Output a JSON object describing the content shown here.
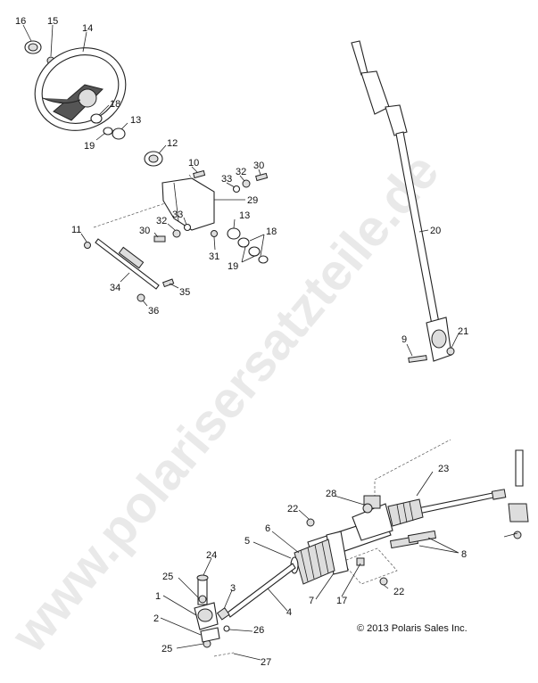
{
  "watermark": "www.polarisersatzteile.de",
  "copyright": "© 2013 Polaris Sales Inc.",
  "callouts": [
    {
      "id": "c16",
      "text": "16"
    },
    {
      "id": "c15",
      "text": "15"
    },
    {
      "id": "c14",
      "text": "14"
    },
    {
      "id": "c18a",
      "text": "18"
    },
    {
      "id": "c13a",
      "text": "13"
    },
    {
      "id": "c19a",
      "text": "19"
    },
    {
      "id": "c12",
      "text": "12"
    },
    {
      "id": "c10",
      "text": "10"
    },
    {
      "id": "c33a",
      "text": "33"
    },
    {
      "id": "c32a",
      "text": "32"
    },
    {
      "id": "c30a",
      "text": "30"
    },
    {
      "id": "c29",
      "text": "29"
    },
    {
      "id": "c11",
      "text": "11"
    },
    {
      "id": "c32b",
      "text": "32"
    },
    {
      "id": "c33b",
      "text": "33"
    },
    {
      "id": "c30b",
      "text": "30"
    },
    {
      "id": "c13b",
      "text": "13"
    },
    {
      "id": "c18b",
      "text": "18"
    },
    {
      "id": "c31",
      "text": "31"
    },
    {
      "id": "c19b",
      "text": "19"
    },
    {
      "id": "c34",
      "text": "34"
    },
    {
      "id": "c35",
      "text": "35"
    },
    {
      "id": "c36",
      "text": "36"
    },
    {
      "id": "c20",
      "text": "20"
    },
    {
      "id": "c9",
      "text": "9"
    },
    {
      "id": "c21",
      "text": "21"
    },
    {
      "id": "c23",
      "text": "23"
    },
    {
      "id": "c28",
      "text": "28"
    },
    {
      "id": "c22a",
      "text": "22"
    },
    {
      "id": "c6",
      "text": "6"
    },
    {
      "id": "c5",
      "text": "5"
    },
    {
      "id": "c8",
      "text": "8"
    },
    {
      "id": "c24",
      "text": "24"
    },
    {
      "id": "c25a",
      "text": "25"
    },
    {
      "id": "c3",
      "text": "3"
    },
    {
      "id": "c4",
      "text": "4"
    },
    {
      "id": "c7",
      "text": "7"
    },
    {
      "id": "c17",
      "text": "17"
    },
    {
      "id": "c22b",
      "text": "22"
    },
    {
      "id": "c1",
      "text": "1"
    },
    {
      "id": "c2",
      "text": "2"
    },
    {
      "id": "c26",
      "text": "26"
    },
    {
      "id": "c25b",
      "text": "25"
    },
    {
      "id": "c27",
      "text": "27"
    }
  ]
}
